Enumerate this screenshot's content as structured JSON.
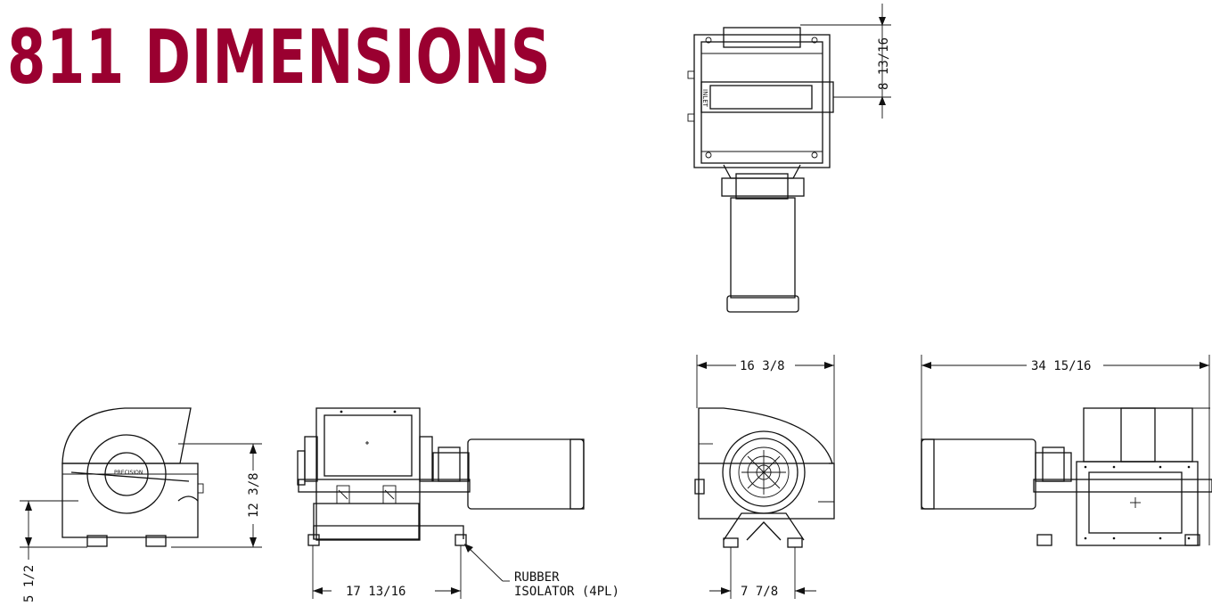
{
  "title": "811 DIMENSIONS",
  "colors": {
    "title": "#9a0030",
    "ink": "#111111"
  },
  "dimensions": {
    "top_depth": "8 13/16",
    "side_height_total": "12 3/8",
    "side_height_outlet": "5 1/2",
    "front_base_spacing": "17 13/16",
    "rear_width": "16 3/8",
    "rear_base_spacing": "7 7/8",
    "overall_length": "34 15/16"
  },
  "annotations": {
    "inlet": "INLET",
    "rubber_isolator_line1": "RUBBER",
    "rubber_isolator_line2": "ISOLATOR (4PL)"
  }
}
